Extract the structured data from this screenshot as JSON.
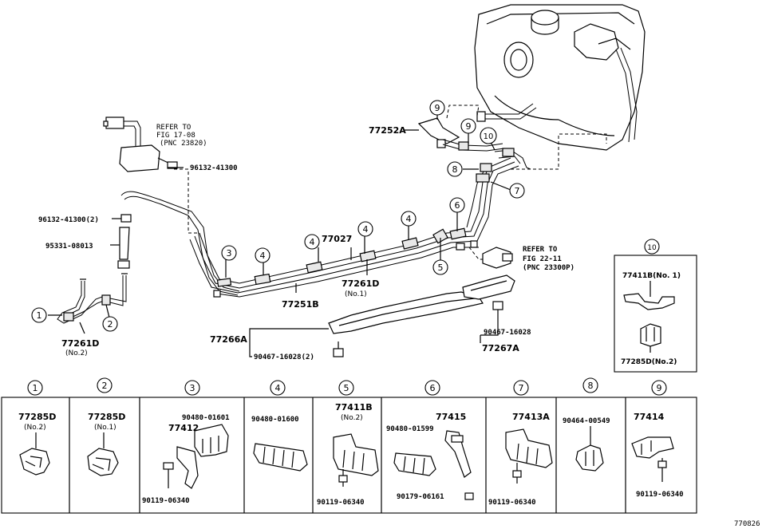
{
  "callouts": {
    "refer_top": [
      "REFER TO",
      "FIG 17-08",
      "(PNC 23820)"
    ],
    "refer_right": [
      "REFER TO",
      "FIG 22-11",
      "(PNC 23300P)"
    ]
  },
  "labels": {
    "p96132_top": "96132-41300",
    "p96132_left": "96132-41300(2)",
    "p95331": "95331-08013",
    "p77252A": "77252A",
    "p77027": "77027",
    "p77261D_mid": "77261D",
    "p77261D_mid_sub": "(No.1)",
    "p77251B": "77251B",
    "p77261D_left": "77261D",
    "p77261D_left_sub": "(No.2)",
    "p77266A": "77266A",
    "p90467_left": "90467-16028(2)",
    "p90467_right": "90467-16028",
    "p77267A": "77267A",
    "drawing_code": "770826"
  },
  "circle_numbers": [
    "1",
    "2",
    "3",
    "4",
    "5",
    "6",
    "7",
    "8",
    "9",
    "10"
  ],
  "inset10": {
    "num": "10",
    "part_a": "77411B(No. 1)",
    "part_b": "77285D(No.2)"
  },
  "bottom_panels": [
    {
      "num": "1",
      "parts": [
        "77285D",
        "(No.2)"
      ]
    },
    {
      "num": "2",
      "parts": [
        "77285D",
        "(No.1)"
      ]
    },
    {
      "num": "3",
      "parts": [
        "90480-01601",
        "77412",
        "90119-06340"
      ]
    },
    {
      "num": "4",
      "parts": [
        "90480-01600"
      ]
    },
    {
      "num": "5",
      "parts": [
        "77411B",
        "(No.2)",
        "90119-06340"
      ]
    },
    {
      "num": "6",
      "parts": [
        "90480-01599",
        "77415",
        "90179-06161"
      ]
    },
    {
      "num": "7",
      "parts": [
        "77413A",
        "90119-06340"
      ]
    },
    {
      "num": "8",
      "parts": [
        "90464-00549"
      ]
    },
    {
      "num": "9",
      "parts": [
        "77414",
        "90119-06340"
      ]
    }
  ]
}
